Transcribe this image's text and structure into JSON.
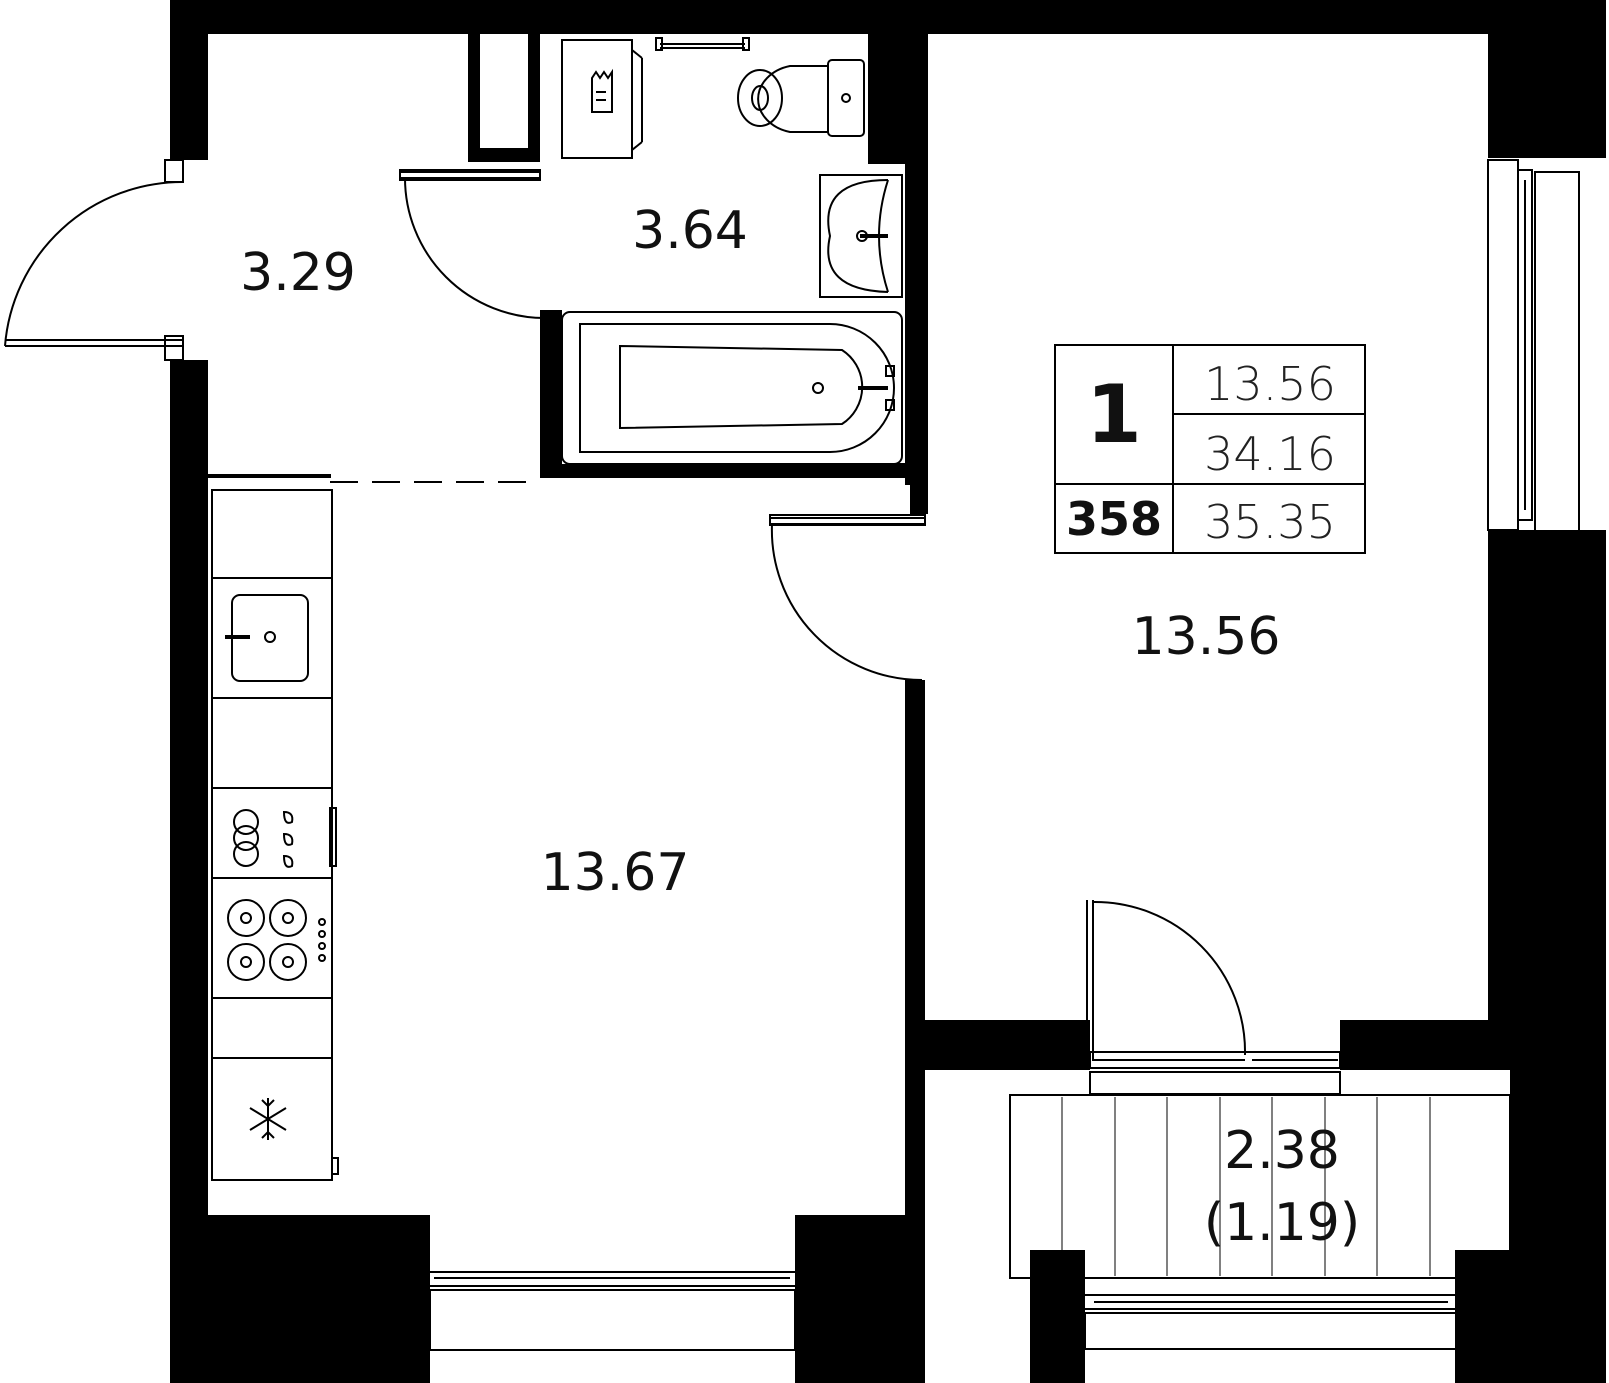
{
  "plan": {
    "rooms": {
      "hall_area": "3.29",
      "bathroom_area": "3.64",
      "kitchen_area": "13.67",
      "bedroom_area": "13.56",
      "balcony_area": "2.38",
      "balcony_coeff_area": "(1.19)"
    },
    "info_box": {
      "room_count": "1",
      "living_area": "13.56",
      "area_no_balcony": "34.16",
      "apartment_number": "358",
      "total_area": "35.35"
    }
  }
}
